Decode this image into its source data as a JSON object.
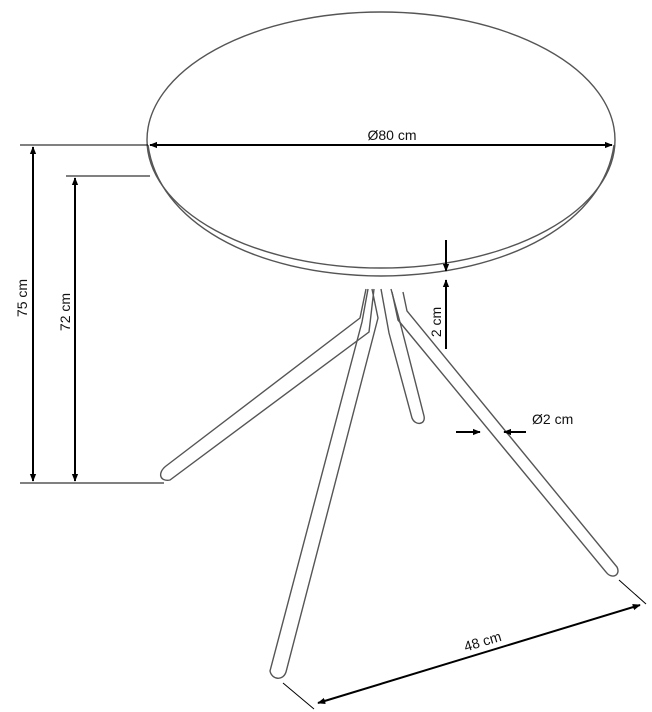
{
  "dimensions": {
    "diameter": "Ø80 cm",
    "total_height": "75 cm",
    "leg_height": "72 cm",
    "top_thickness": "2 cm",
    "leg_diameter": "Ø2 cm",
    "leg_spread": "48 cm"
  },
  "colors": {
    "outline": "#555555",
    "dimension": "#000000",
    "background": "#ffffff"
  }
}
